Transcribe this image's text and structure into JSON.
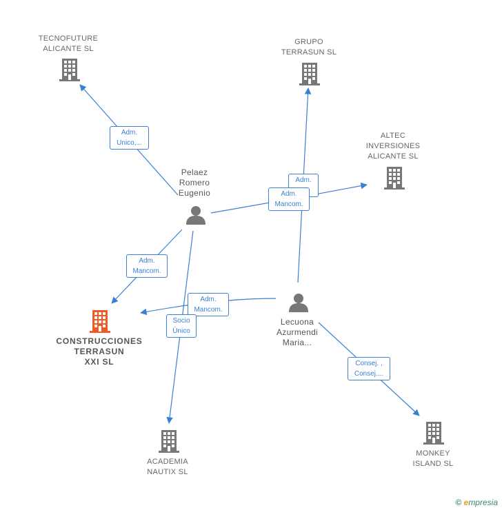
{
  "nodes": {
    "tecnofuture": {
      "line1": "TECNOFUTURE",
      "line2": "ALICANTE  SL"
    },
    "grupo_terrasun": {
      "line1": "GRUPO",
      "line2": "TERRASUN SL"
    },
    "altec": {
      "line1": "ALTEC",
      "line2": "INVERSIONES",
      "line3": "ALICANTE  SL"
    },
    "pelaez": {
      "line1": "Pelaez",
      "line2": "Romero",
      "line3": "Eugenio"
    },
    "construcciones": {
      "line1": "CONSTRUCCIONES",
      "line2": "TERRASUN",
      "line3": "XXI  SL"
    },
    "lecuona": {
      "line1": "Lecuona",
      "line2": "Azurmendi",
      "line3": "Maria..."
    },
    "academia": {
      "line1": "ACADEMIA",
      "line2": "NAUTIX  SL"
    },
    "monkey": {
      "line1": "MONKEY",
      "line2": "ISLAND  SL"
    }
  },
  "edges": {
    "e1": {
      "line1": "Adm.",
      "line2": "Unico,..."
    },
    "e2": {
      "line1": "Adm.",
      "line2": "..o"
    },
    "e3": {
      "line1": "Adm.",
      "line2": "Mancom."
    },
    "e4": {
      "line1": "Adm.",
      "line2": "Mancom."
    },
    "e5": {
      "line1": "Adm.",
      "line2": "Mancom."
    },
    "e6": {
      "line1": "Socio",
      "line2": "Único"
    },
    "e7": {
      "line1": "Consej. ,",
      "line2": "Consej...."
    }
  },
  "colors": {
    "edge": "#3b7fd4",
    "company_icon": "#777777",
    "center_icon": "#f05a28",
    "person_icon": "#777777"
  },
  "brand": {
    "copyright": "©",
    "e": "e",
    "rest": "mpresia"
  }
}
